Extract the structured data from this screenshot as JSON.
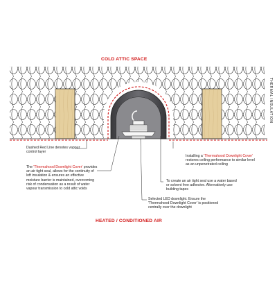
{
  "labels": {
    "cold": "COLD ATTIC SPACE",
    "heated": "HEATED / CONDITIONED AIR",
    "thermal": "THERMAL INSULATION"
  },
  "notes": {
    "dashed_red_line": "Dashed Red Line denotes vapour control layer",
    "cover_intro_before": "The ",
    "cover_intro_name": "'Thermahood Downlight Cover'",
    "cover_intro_after": " provides an air tight seal, allows for the continuity of loft insulation & ensures an effective moisture barrier is maintained, overcoming risk of condensation as a result of water vapour transmission to cold attic voids",
    "installing_before": "Installing a ",
    "installing_name": "'Thermahood Downlight Cover'",
    "installing_after": " restores ceiling performance to similar level as an unpenetrated ceiling",
    "air_tight": "To create an air tight seal use a water based or solvent free adhesive. Alternatively use building tapes",
    "led": "Selected LED downlight. Ensure the 'Thermahood Downlight Cover' is positioned centrally over the downlight"
  },
  "colors": {
    "vapour_line": "#d11414",
    "hood": "#555558",
    "joist": "#e5cf9e"
  }
}
